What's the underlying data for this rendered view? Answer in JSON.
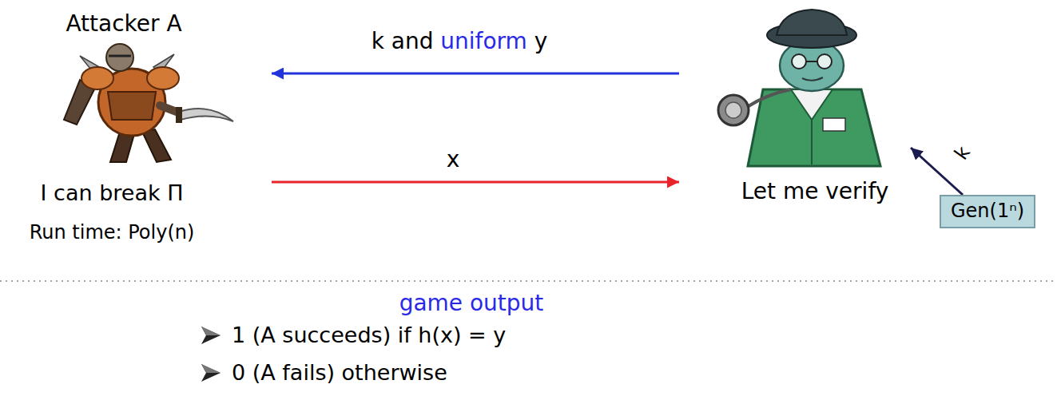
{
  "diagram": {
    "nodes": [
      {
        "text": [
          "Attacker A",
          "I can break Π",
          "Run time: Poly(n)"
        ]
      },
      {
        "text": [
          "Let me verify"
        ]
      },
      {
        "text": [
          "Gen(1ⁿ)"
        ]
      }
    ],
    "edges": [
      {
        "from": 1,
        "to": 0,
        "arrow": "to",
        "label": "k and uniform y"
      },
      {
        "from": 0,
        "to": 1,
        "arrow": "to",
        "label": "x"
      },
      {
        "from": 2,
        "to": 1,
        "arrow": "to",
        "label": "k"
      }
    ],
    "labels": [
      "game output",
      "1 (A succeeds) if h(x) = y",
      "0 (A fails) otherwise"
    ]
  }
}
